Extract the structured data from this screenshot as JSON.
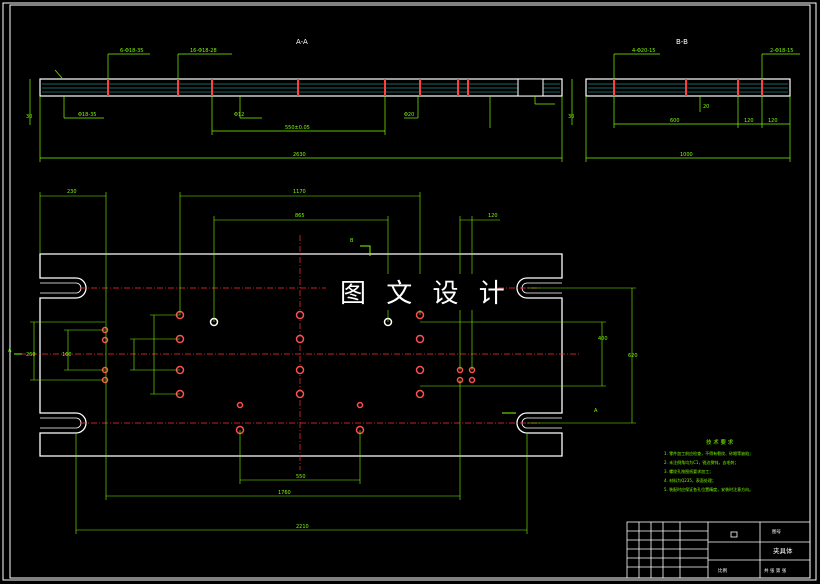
{
  "watermark": "图 文 设 计",
  "section_aa": {
    "title": "A-A",
    "width_dim": "2630",
    "hole_spacing_dim": "550±0.05",
    "callout_left": "6-Φ18-35",
    "callout_mid": "16-Φ18-28",
    "callout_bottom": "Φ18-35",
    "hole_dim_1": "Φ12",
    "hole_dim_2": "Φ20",
    "thickness_dim": "30"
  },
  "section_bb": {
    "title": "B-B",
    "width_dim": "1000",
    "callout_left": "4-Φ20-15",
    "callout_right": "2-Φ18-15",
    "dim_1": "600",
    "dim_2": "120",
    "dim_3": "120",
    "hole_dim": "20",
    "thickness_dim": "30"
  },
  "plan_view": {
    "dim_top_left": "230",
    "dim_top_span": "1170",
    "dim_top_inner": "865",
    "dim_top_right": "120",
    "dim_bottom_inner": "1760",
    "dim_bottom_mid": "550",
    "dim_bottom_total": "2210",
    "dim_right_outer": "620",
    "dim_right_inner": "400",
    "dim_left_1": "260",
    "dim_left_2": "160",
    "section_mark_a": "A",
    "section_mark_b": "B"
  },
  "tech_requirements": {
    "title": "技 术 要 求",
    "items": [
      "1. 零件加工前应检查，不得有裂纹、砂眼等缺陷；",
      "2. 未注倒角均为C1，锐边倒钝，去毛刺；",
      "3. 螺纹孔按图纸要求加工；",
      "4. 材料为Q235，表面处理；",
      "5. 装配时应保证各孔位置精度，安装时注意方向。"
    ]
  },
  "title_block": {
    "part_name": "夹具体",
    "label_top": "图号",
    "label_scale": "比例",
    "label_sheet": "共 张 第 张"
  },
  "colors": {
    "background": "#000000",
    "outline": "#ffffff",
    "dimension": "#7CFC00",
    "center_line": "#ff3030",
    "hatch": "#30c8c8",
    "hole": "#ff5050"
  }
}
